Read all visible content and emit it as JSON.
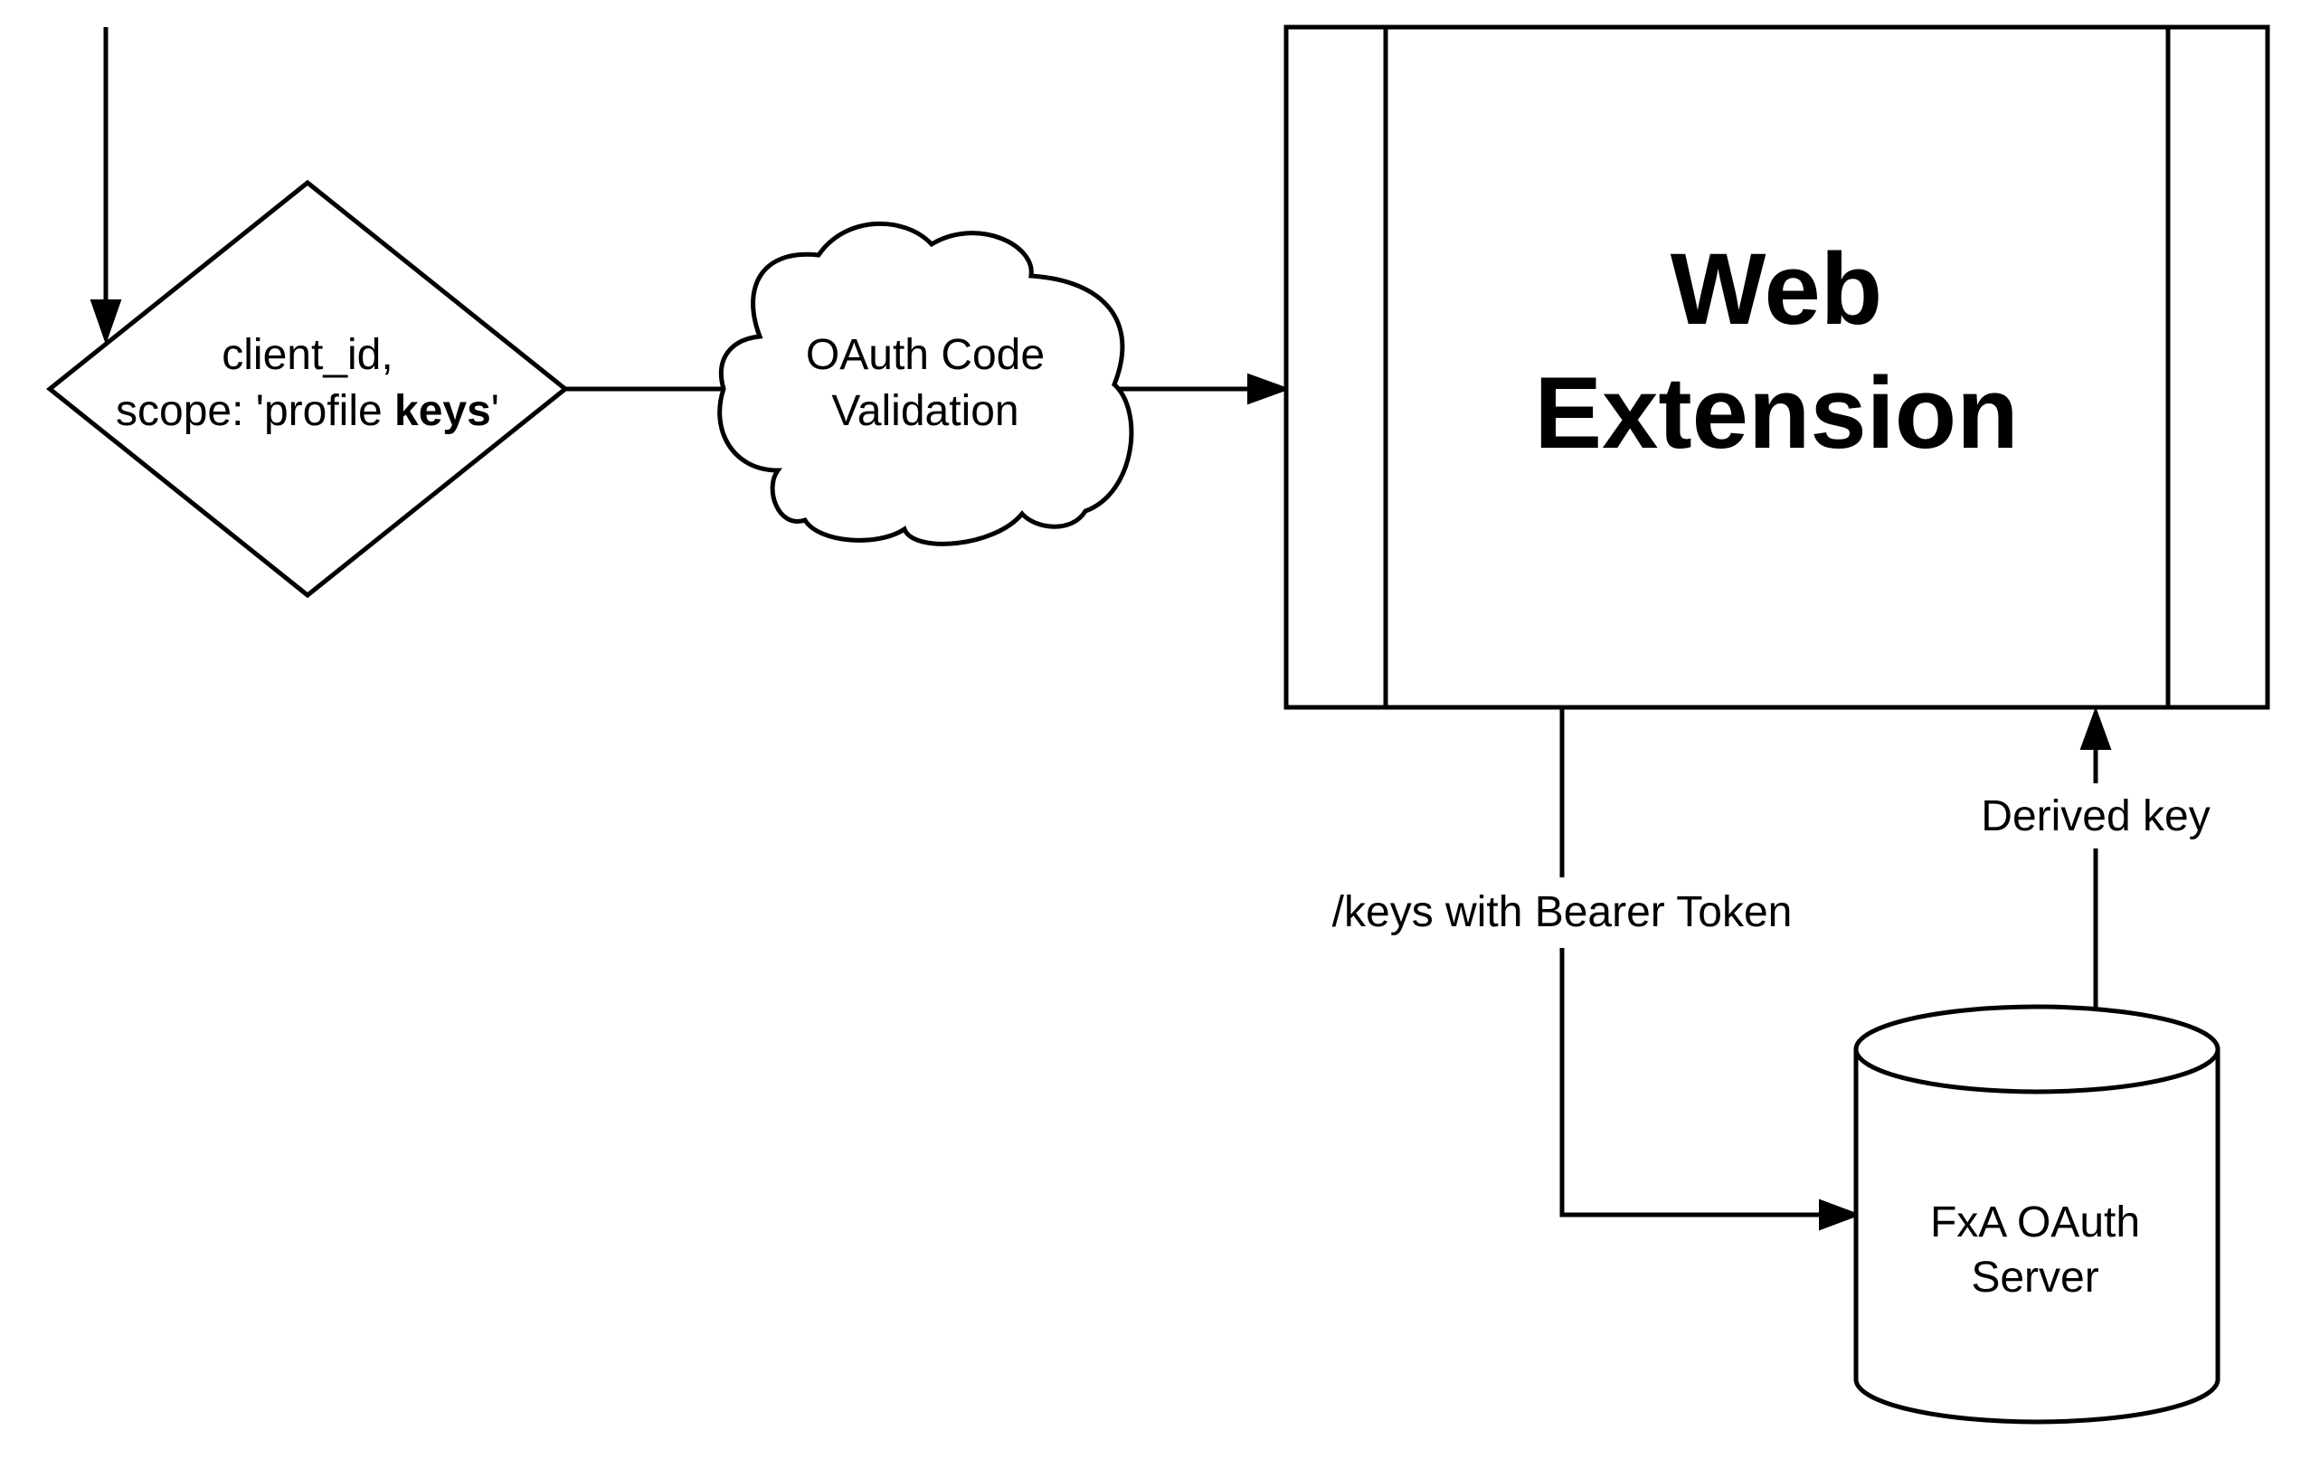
{
  "diagram": {
    "decision": {
      "line1": "client_id,",
      "line2_prefix": "scope: 'profile ",
      "line2_bold": "keys",
      "line2_suffix": "'"
    },
    "cloud": {
      "line1": "OAuth Code",
      "line2": "Validation"
    },
    "process": {
      "line1": "Web",
      "line2": "Extension"
    },
    "database": {
      "line1": "FxA OAuth",
      "line2": "Server"
    },
    "edges": {
      "keys_request": "/keys with Bearer Token",
      "derived_key": "Derived key"
    }
  }
}
